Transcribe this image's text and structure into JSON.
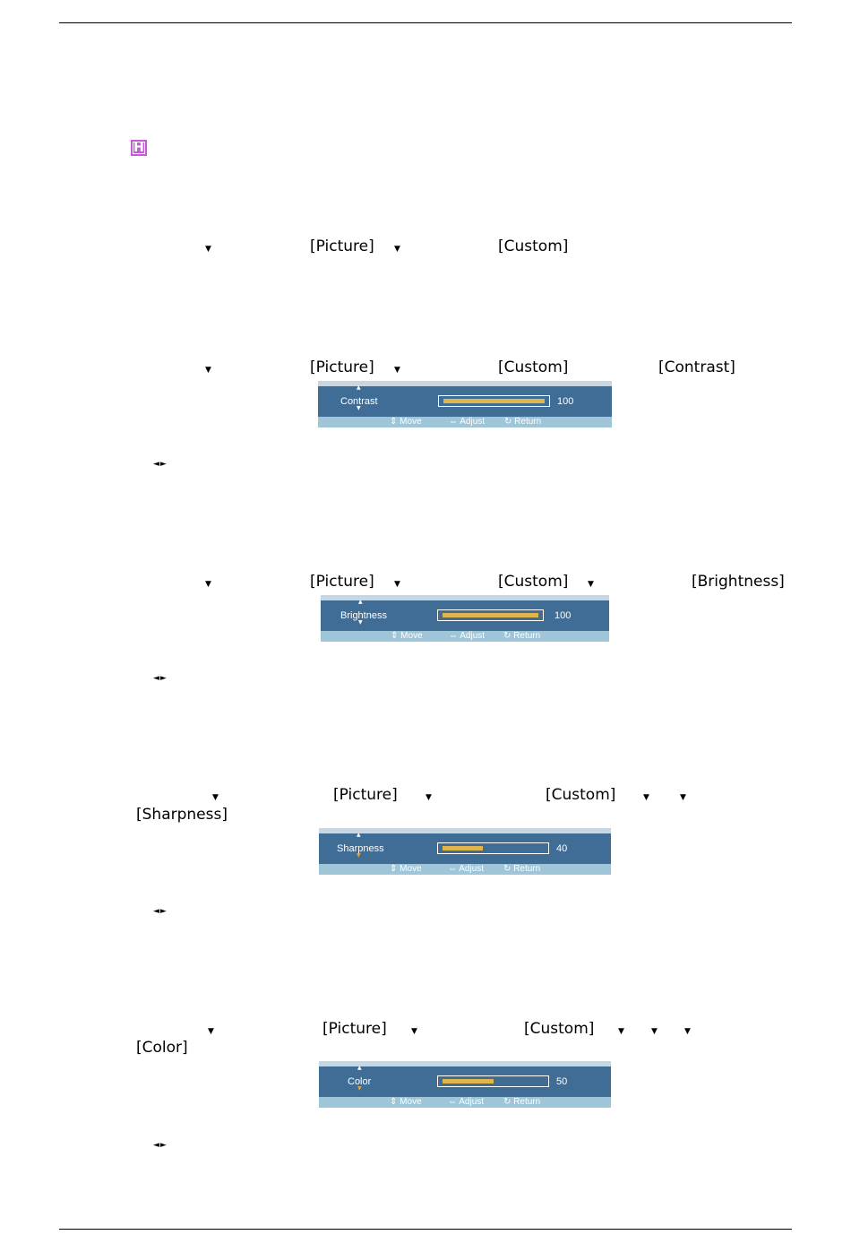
{
  "mode_icon": {
    "letter": "H",
    "color": "#c35cd6"
  },
  "labels": {
    "picture": "[Picture]",
    "custom": "[Custom]",
    "contrast": "[Contrast]",
    "brightness": "[Brightness]",
    "sharpness": "[Sharpness]",
    "color": "[Color]"
  },
  "glyphs": {
    "down": "▼",
    "left_right": "◄►"
  },
  "osd_common": {
    "move": "Move",
    "adjust": "Adjust",
    "return": "Return",
    "accent_color": "#e0b64c",
    "panel_color": "#3f6d96",
    "footer_color": "#9fc5d8"
  },
  "osd": [
    {
      "label": "Contrast",
      "value": "100",
      "level": 100
    },
    {
      "label": "Brightness",
      "value": "100",
      "level": 100
    },
    {
      "label": "Sharpness",
      "value": "40",
      "level": 40
    },
    {
      "label": "Color",
      "value": "50",
      "level": 50
    }
  ]
}
